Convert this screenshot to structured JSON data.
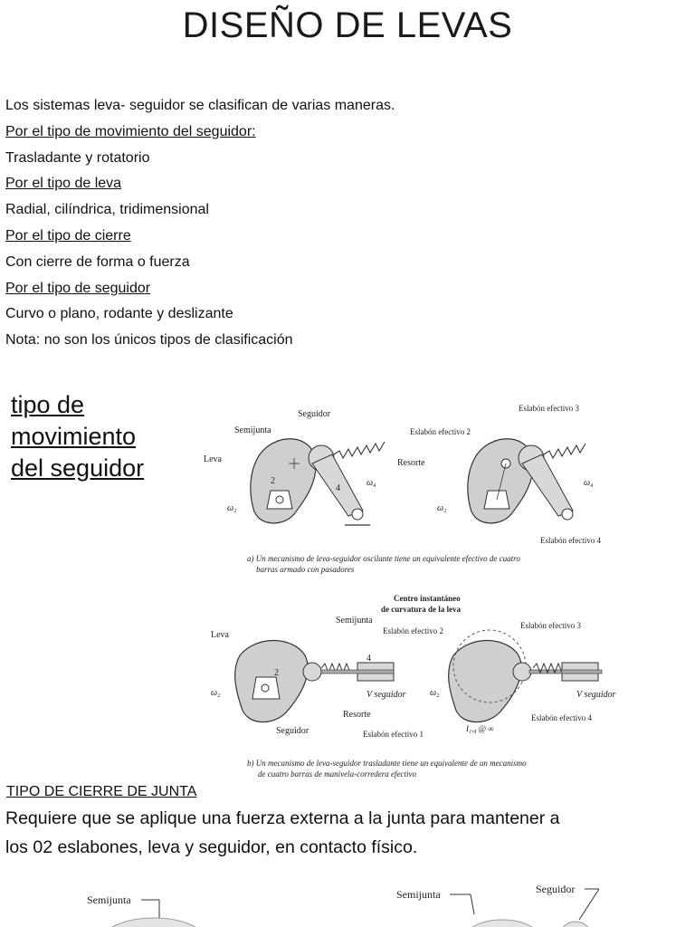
{
  "title": "DISEÑO DE LEVAS",
  "intro": {
    "lines": [
      "Los sistemas leva- seguidor se clasifican de varias maneras.",
      "Por el tipo de movimiento del seguidor:",
      "Trasladante y rotatorio",
      "Por el tipo de leva",
      "Radial, cilíndrica, tridimensional",
      "Por el tipo de cierre",
      "Con cierre de forma  o fuerza",
      "Por el tipo de seguidor",
      "Curvo o plano, rodante y deslizante",
      "Nota: no son los únicos tipos de clasificación"
    ]
  },
  "side_heading": [
    "tipo de",
    "movimiento",
    "del seguidor"
  ],
  "figure_a": {
    "labels": {
      "seguidor": "Seguidor",
      "semijunta": "Semijunta",
      "leva": "Leva",
      "resorte": "Resorte",
      "n2": "2",
      "n4": "4",
      "w2": "ω₂",
      "w4": "ω₄",
      "ef3": "Eslabón efectivo 3",
      "ef2": "Eslabón efectivo 2",
      "ef4": "Eslabón efectivo 4"
    },
    "caption": [
      "a) Un mecanismo de leva-seguidor oscilante tiene un equivalente efectivo de cuatro",
      "barras armado con pasadores"
    ]
  },
  "figure_b": {
    "labels": {
      "leva": "Leva",
      "semijunta": "Semijunta",
      "seguidor": "Seguidor",
      "resorte": "Resorte",
      "v_seguidor": "V seguidor",
      "centro1": "Centro instantáneo",
      "centro2": "de curvatura de la leva",
      "ef2": "Eslabón efectivo 2",
      "ef3": "Eslabón efectivo 3",
      "ef4": "Eslabón efectivo 4",
      "ef1": "Eslabón efectivo 1",
      "i14": "I₁,₄ @ ∞",
      "n2": "2",
      "n4": "4",
      "w2": "ω₂"
    },
    "caption": [
      "b) Un mecanismo de leva-seguidor trasladante tiene un equivalente de un mecanismo",
      "de cuatro barras de manivela-corredera efectivo"
    ]
  },
  "section": {
    "heading": "TIPO DE CIERRE DE JUNTA",
    "paragraph": [
      "Requiere que se aplique una fuerza externa a la junta para mantener a",
      " los 02 eslabones, leva y seguidor, en  contacto físico."
    ]
  },
  "figure_c": {
    "labels": {
      "semijunta_left": "Semijunta",
      "semijunta_right": "Semijunta",
      "seguidor": "Seguidor"
    }
  }
}
